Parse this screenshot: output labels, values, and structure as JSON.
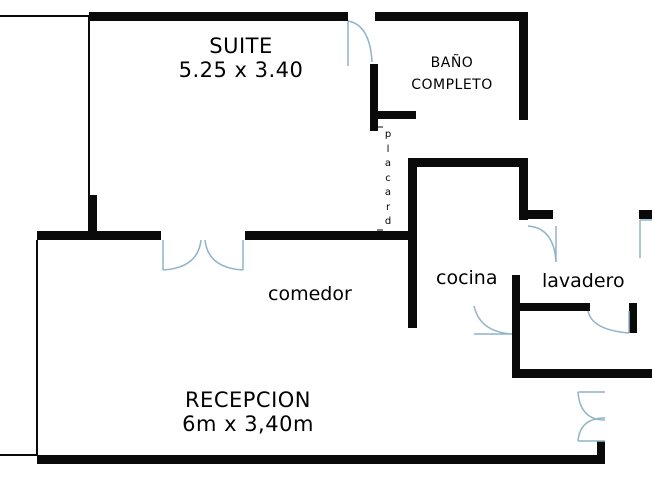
{
  "rooms": {
    "suite": {
      "name": "SUITE",
      "size": "5.25 x 3.40"
    },
    "bano": {
      "name_line1": "BAÑO",
      "name_line2": "COMPLETO"
    },
    "placard": {
      "name": "placard",
      "chars": [
        "p",
        "l",
        "a",
        "c",
        "a",
        "r",
        "d"
      ]
    },
    "comedor": {
      "name": "comedor"
    },
    "cocina": {
      "name": "cocina"
    },
    "lavadero": {
      "name": "lavadero"
    },
    "recepcion": {
      "name": "RECEPCION",
      "size": "6m x 3,40m"
    }
  },
  "colors": {
    "wall": "#0a0a0a",
    "background": "#ffffff",
    "door": "#8fb3c9"
  }
}
